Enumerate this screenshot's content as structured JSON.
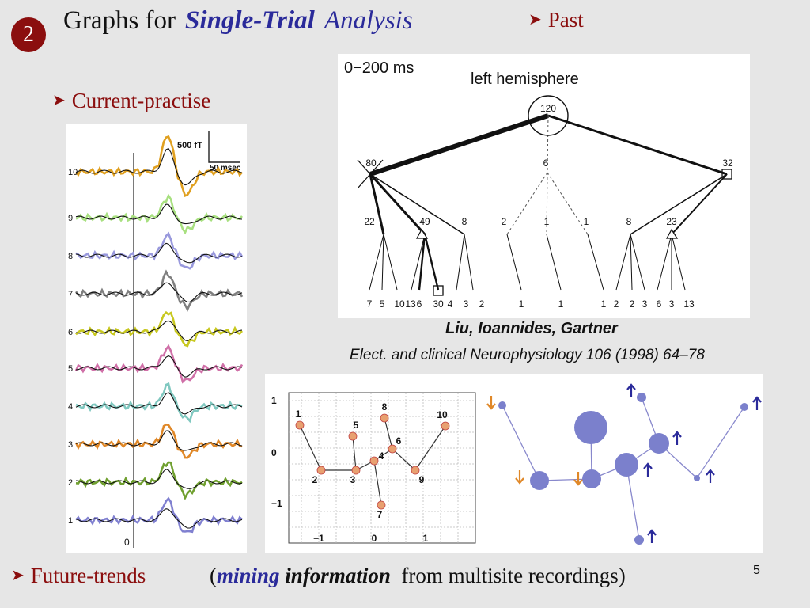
{
  "slide": {
    "badge": "2",
    "title": {
      "prefix": "Graphs for",
      "emphasis1": "Single-Trial",
      "emphasis2": "Analysis"
    },
    "page_number": "5"
  },
  "bullets": {
    "past": "Past",
    "current": "Current-practise",
    "future": "Future-trends",
    "future_note": {
      "open": "(",
      "word1": "mining",
      "word2": "information",
      "rest": "from multisite recordings)"
    }
  },
  "meg_figure": {
    "scale_amplitude": "500 fT",
    "scale_time": "50 msec",
    "zero_label": "0",
    "trial_labels": [
      "10",
      "9",
      "8",
      "7",
      "6",
      "5",
      "4",
      "3",
      "2",
      "1"
    ],
    "trace_colors": [
      "#e0a020",
      "#a8e080",
      "#9999dd",
      "#808080",
      "#c8c820",
      "#d070a8",
      "#80c8c0",
      "#e08828",
      "#70a030",
      "#8080d0"
    ]
  },
  "tree_figure": {
    "time_window": "0−200 ms",
    "hemisphere": "left hemisphere",
    "root": "120",
    "level1": [
      "80",
      "6",
      "32"
    ],
    "level2": [
      "22",
      "49",
      "8",
      "2",
      "1",
      "1",
      "8",
      "23"
    ],
    "leaves": [
      "7",
      "5",
      "10",
      "13",
      "6",
      "30",
      "4",
      "3",
      "2",
      "1",
      "1",
      "1",
      "2",
      "2",
      "3",
      "6",
      "3",
      "13"
    ]
  },
  "citation": {
    "authors": "Liu, Ioannides, Gartner",
    "journal": "Elect. and clinical Neurophysiology 106 (1998) 64–78"
  },
  "graph_figure": {
    "y_ticks": [
      "1",
      "0",
      "−1"
    ],
    "x_ticks": [
      "−1",
      "0",
      "1"
    ],
    "node_labels": [
      "1",
      "2",
      "3",
      "4",
      "5",
      "6",
      "7",
      "8",
      "9",
      "10"
    ],
    "colors": {
      "node_fill": "#e8a070",
      "edge": "#333333",
      "blob": "#7b80cc",
      "up_arrow": "#2a2a9a",
      "down_arrow": "#e08828"
    }
  }
}
